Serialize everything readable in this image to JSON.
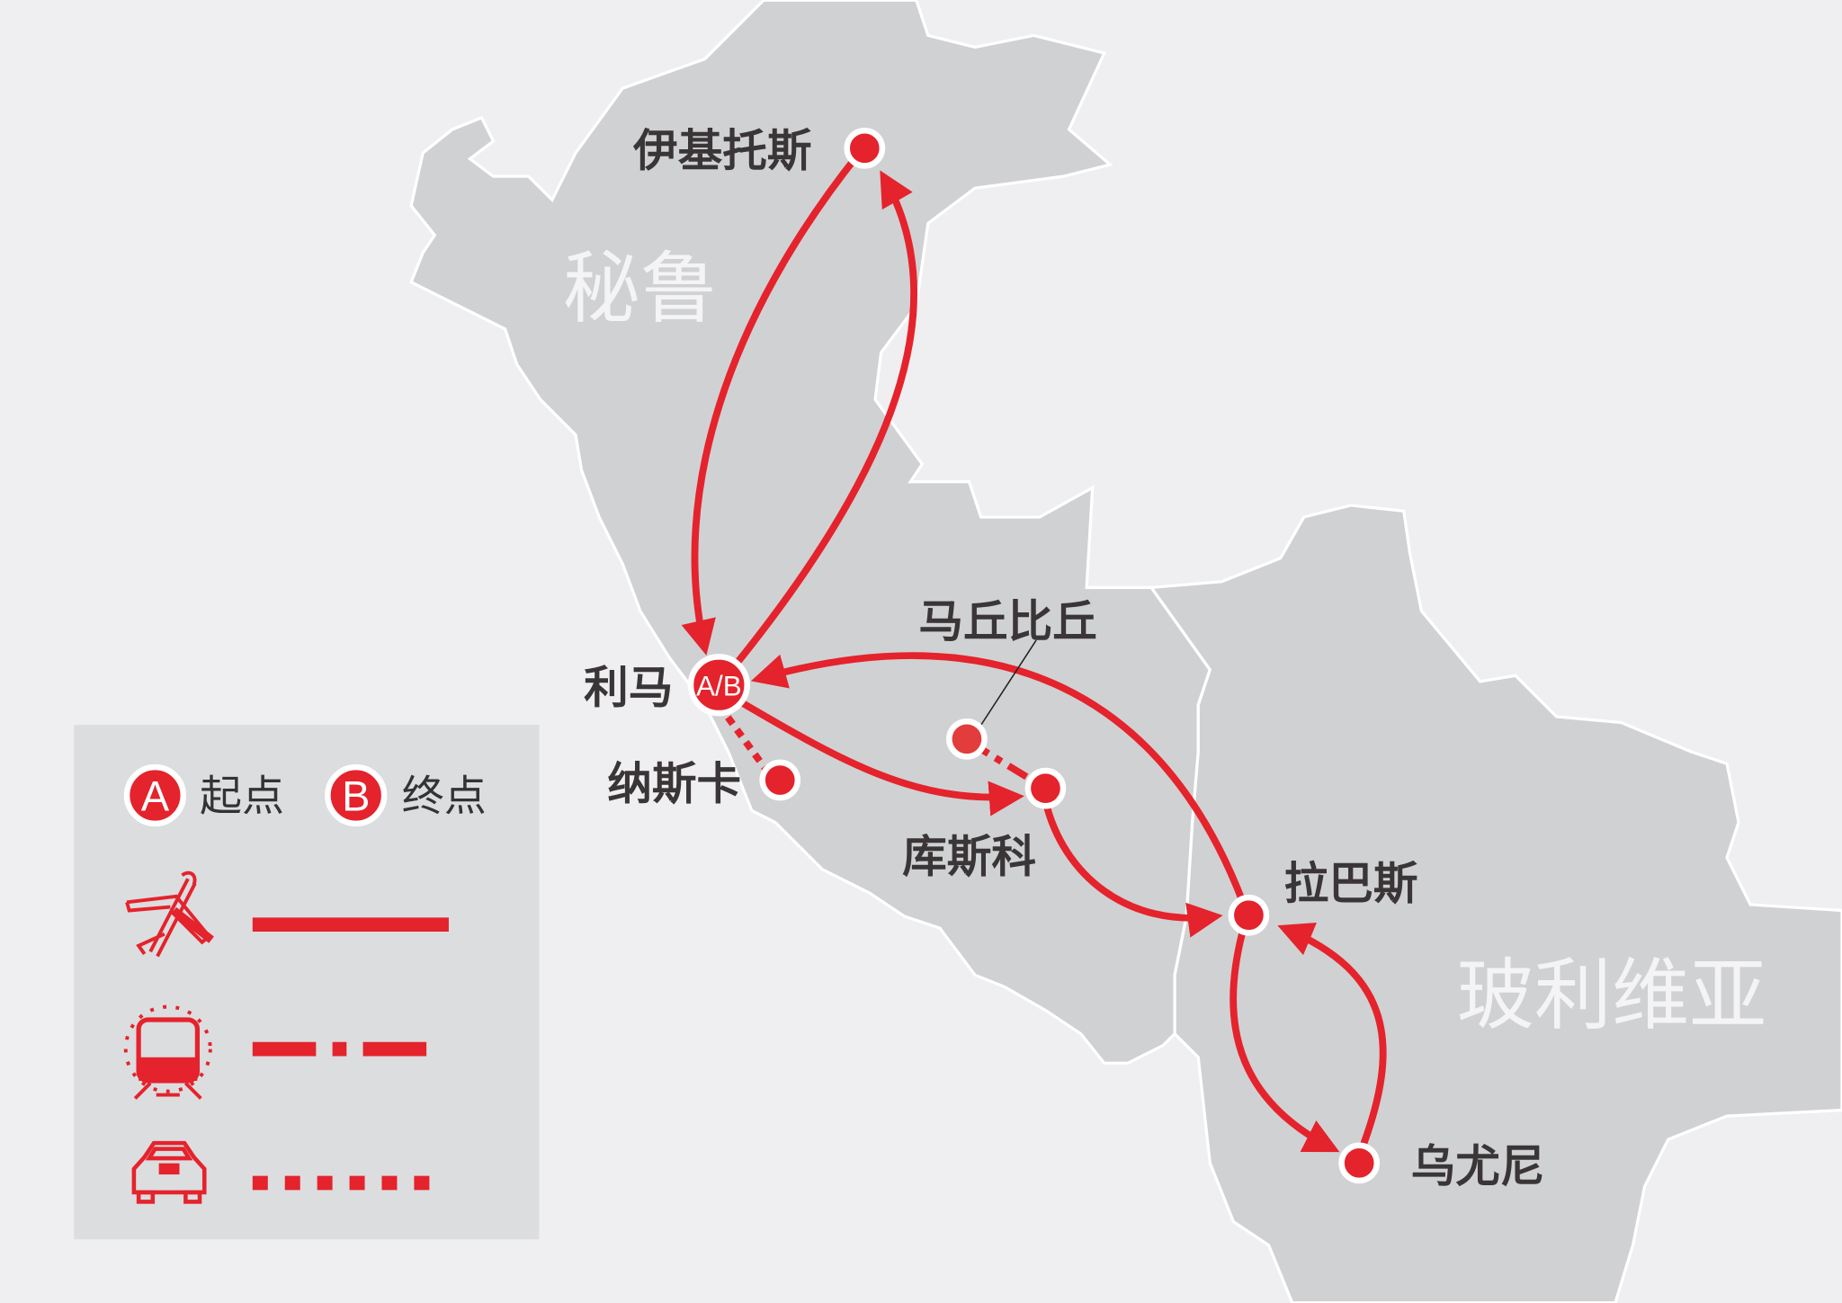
{
  "colors": {
    "accent": "#e4232c",
    "land": "#d0d1d3",
    "background": "#efeef0",
    "legend_bg": "#dcdddf",
    "text": "#3a3536"
  },
  "countries": {
    "peru": "秘鲁",
    "bolivia": "玻利维亚"
  },
  "cities": {
    "iquitos": "伊基托斯",
    "lima": "利马",
    "lima_marker": "A/B",
    "nazca": "纳斯卡",
    "machu_picchu": "马丘比丘",
    "cusco": "库斯科",
    "la_paz": "拉巴斯",
    "uyuni": "乌尤尼"
  },
  "legend": {
    "start_marker": "A",
    "start_label": "起点",
    "end_marker": "B",
    "end_label": "终点",
    "modes": [
      {
        "icon": "airplane-icon",
        "line": "solid"
      },
      {
        "icon": "train-icon",
        "line": "dash-dot"
      },
      {
        "icon": "car-icon",
        "line": "dotted"
      }
    ]
  }
}
